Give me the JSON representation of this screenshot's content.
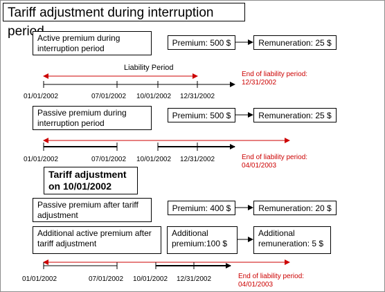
{
  "title": "Tariff adjustment during interruption period",
  "section1": {
    "label_box": "Active premium during interruption period",
    "premium": "Premium: 500 $",
    "remuneration": "Remuneration: 25 $",
    "timeline_label": "Liability Period",
    "dates": [
      "01/01/2002",
      "07/01/2002",
      "10/01/2002",
      "12/31/2002"
    ],
    "end_note_line1": "End of liability period:",
    "end_note_line2": "12/31/2002"
  },
  "section2": {
    "label_box": "Passive premium during interruption period",
    "premium": "Premium: 500 $",
    "remuneration": "Remuneration: 25 $",
    "dates": [
      "01/01/2002",
      "07/01/2002",
      "10/01/2002",
      "12/31/2002"
    ],
    "end_note_line1": "End of liability period:",
    "end_note_line2": "04/01/2003"
  },
  "adjustment": {
    "line1": "Tariff adjustment",
    "line2": "on 10/01/2002"
  },
  "section3": {
    "label_box": "Passive premium after tariff adjustment",
    "premium": "Premium: 400 $",
    "remuneration": "Remuneration: 20 $"
  },
  "section4": {
    "label_box": "Additional active premium after tariff adjustment",
    "premium_line1": "Additional",
    "premium_line2": "premium:100 $",
    "remuneration_line1": "Additional",
    "remuneration_line2": "remuneration: 5 $",
    "dates": [
      "01/01/2002",
      "07/01/2002",
      "10/01/2002",
      "12/31/2002"
    ],
    "end_note_line1": "End of liability period:",
    "end_note_line2": "04/01/2003"
  },
  "colors": {
    "red": "#cc0000",
    "black": "#000000"
  }
}
